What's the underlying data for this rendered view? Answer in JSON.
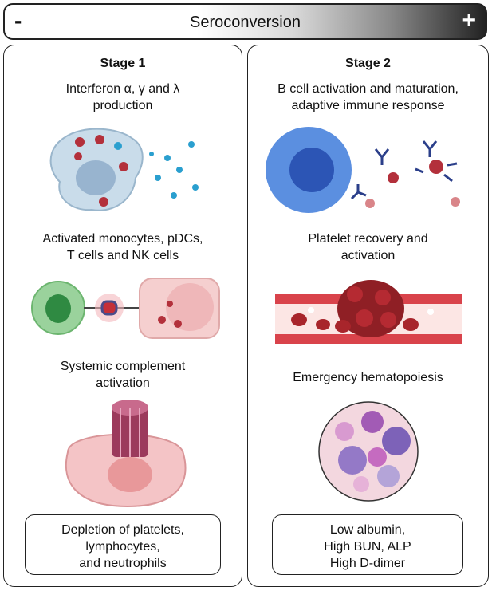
{
  "banner": {
    "minus": "-",
    "title": "Seroconversion",
    "plus": "+"
  },
  "stage1": {
    "title": "Stage 1",
    "item1": [
      "Interferon α, γ and λ",
      "production"
    ],
    "item2": [
      "Activated monocytes, pDCs,",
      "T cells and NK cells"
    ],
    "item3": [
      "Systemic complement",
      "activation"
    ],
    "box": [
      "Depletion of platelets,",
      "lymphocytes,",
      "and neutrophils"
    ]
  },
  "stage2": {
    "title": "Stage 2",
    "item1": [
      "B cell activation and maturation,",
      "adaptive immune response"
    ],
    "item2": [
      "Platelet recovery and",
      "activation"
    ],
    "item3": [
      "Emergency hematopoiesis"
    ],
    "box": [
      "Low albumin,",
      "High BUN, ALP",
      "High D-dimer"
    ]
  },
  "colors": {
    "virus": "#b3303b",
    "macrophage": "#c9dcea",
    "interferon": "#2a9fcf",
    "bcell": "#5b8fe0",
    "vessel": "#d9434b",
    "rbc": "#a8252b",
    "complement": "#9c3a5c",
    "marrow": "#f3d7df"
  }
}
